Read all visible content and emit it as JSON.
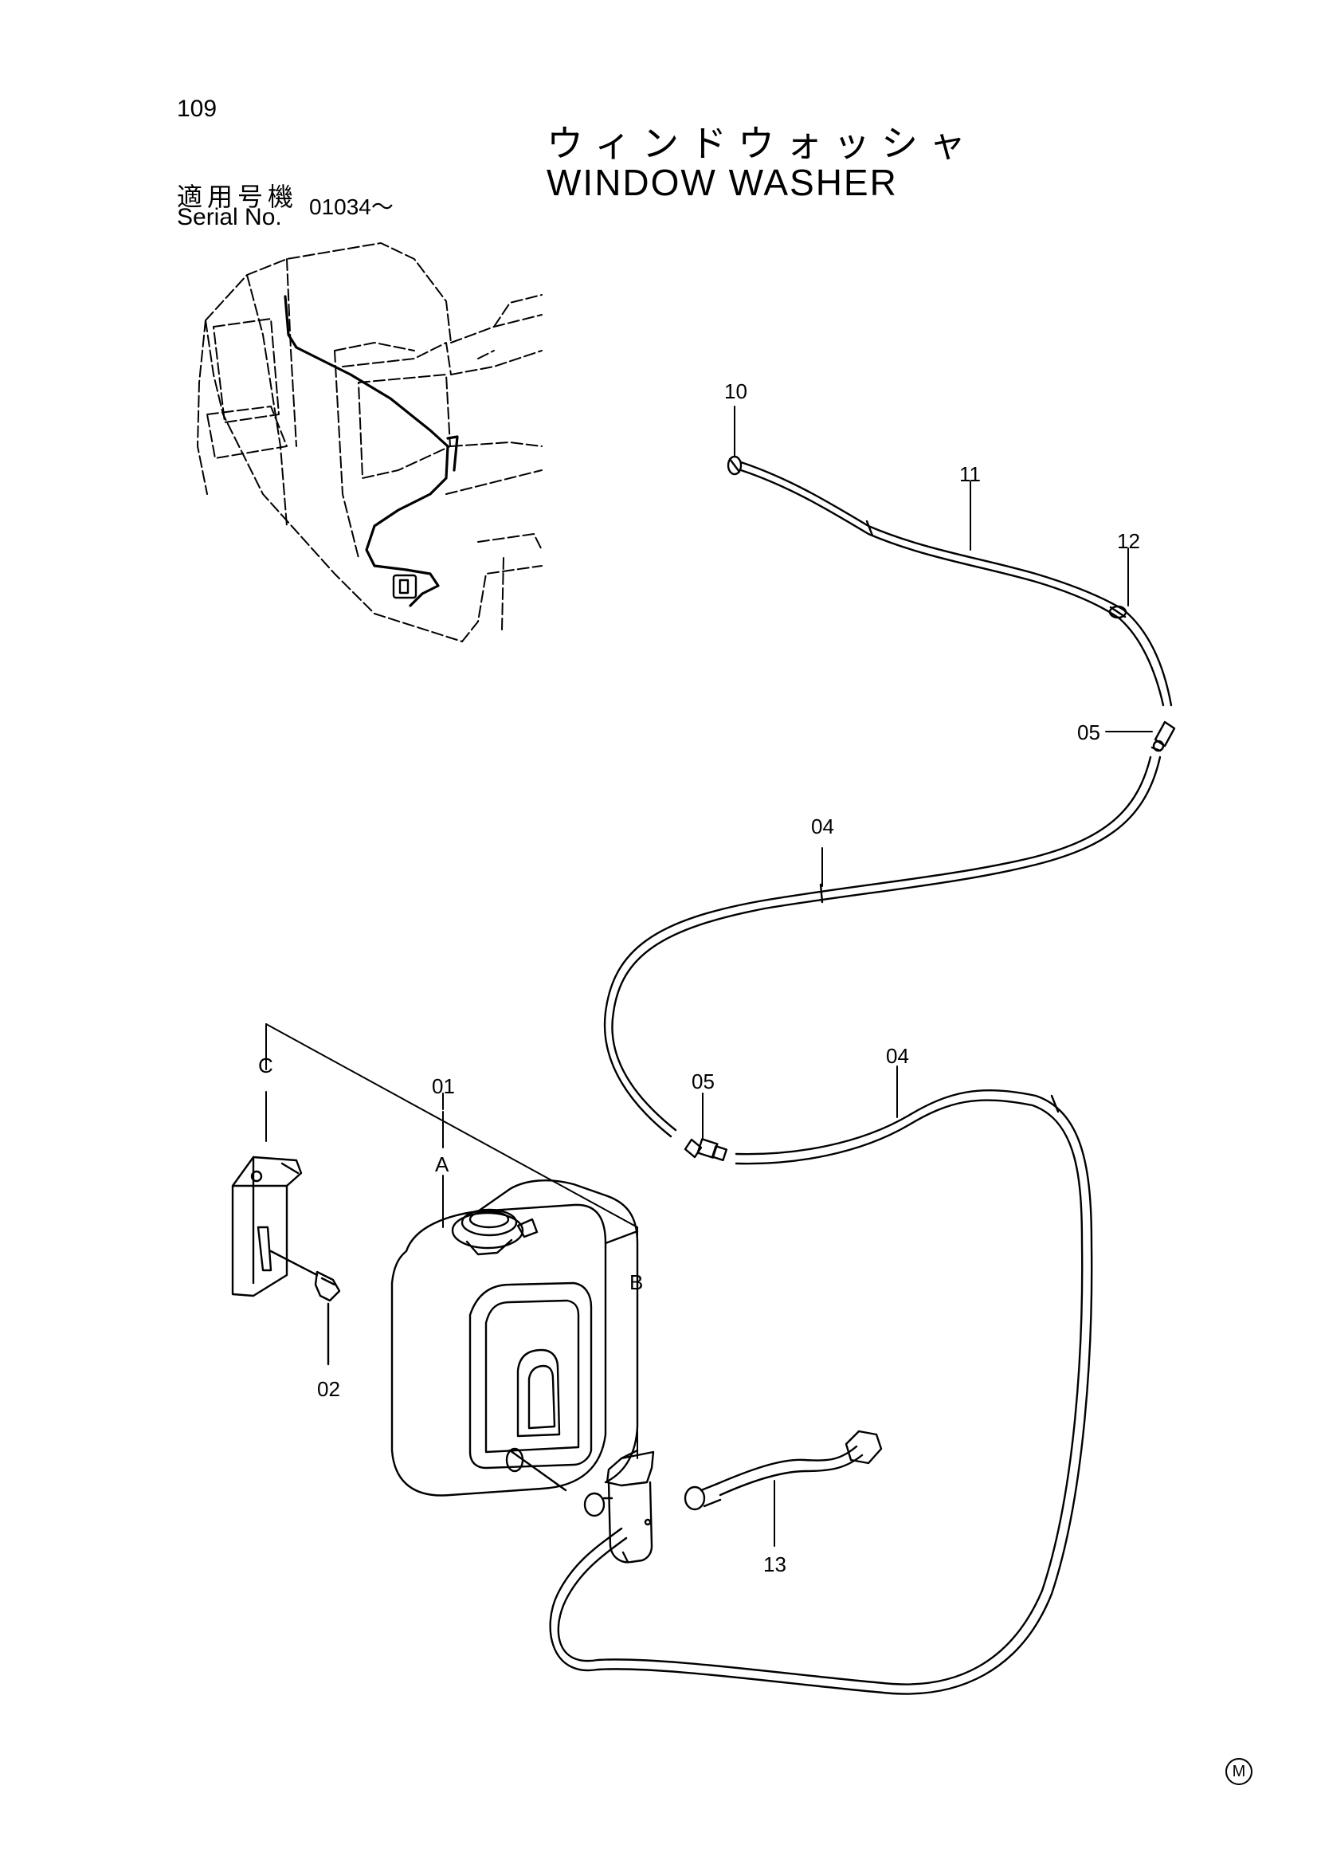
{
  "page_number": "109",
  "title_jp": "ウィンドウォッシャ",
  "title_en": "WINDOW WASHER",
  "serial": {
    "label_jp": "適用号機",
    "label_en": "Serial No.",
    "value": "01034～"
  },
  "callouts": {
    "p10": "10",
    "p11": "11",
    "p12": "12",
    "p05_upper": "05",
    "p04_upper": "04",
    "p05_lower": "05",
    "p04_lower": "04",
    "p01": "01",
    "refA": "A",
    "refB": "B",
    "refC": "C",
    "p02": "02",
    "p13": "13"
  },
  "mark": "M"
}
